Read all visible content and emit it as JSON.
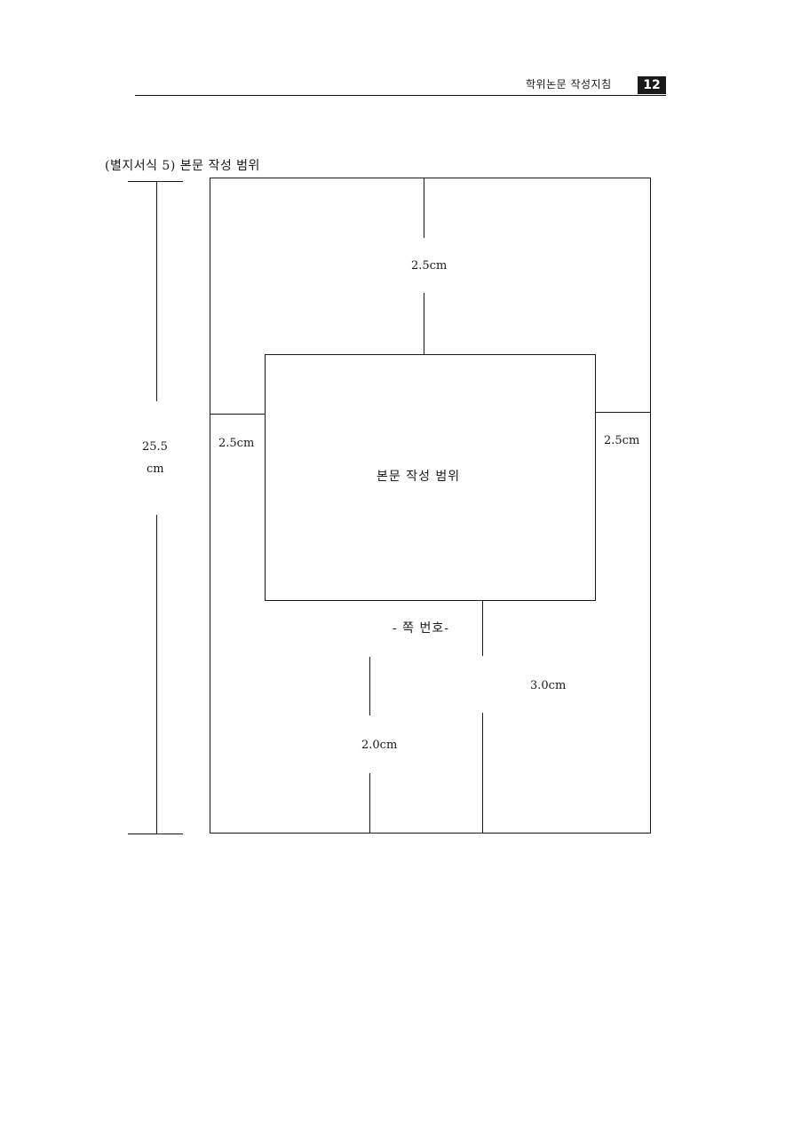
{
  "header": {
    "title": "학위논문 작성지침",
    "page_number": "12"
  },
  "figure": {
    "caption": "(별지서식 5) 본문 작성 범위",
    "body_label": "본문 작성 범위",
    "page_number_label": "- 쪽 번호-",
    "top_margin": "2.5cm",
    "left_margin": "2.5cm",
    "right_margin": "2.5cm",
    "bottom_margin": "3.0cm",
    "footer_margin": "2.0cm",
    "page_height_value": "25.5",
    "page_height_unit": "cm"
  }
}
